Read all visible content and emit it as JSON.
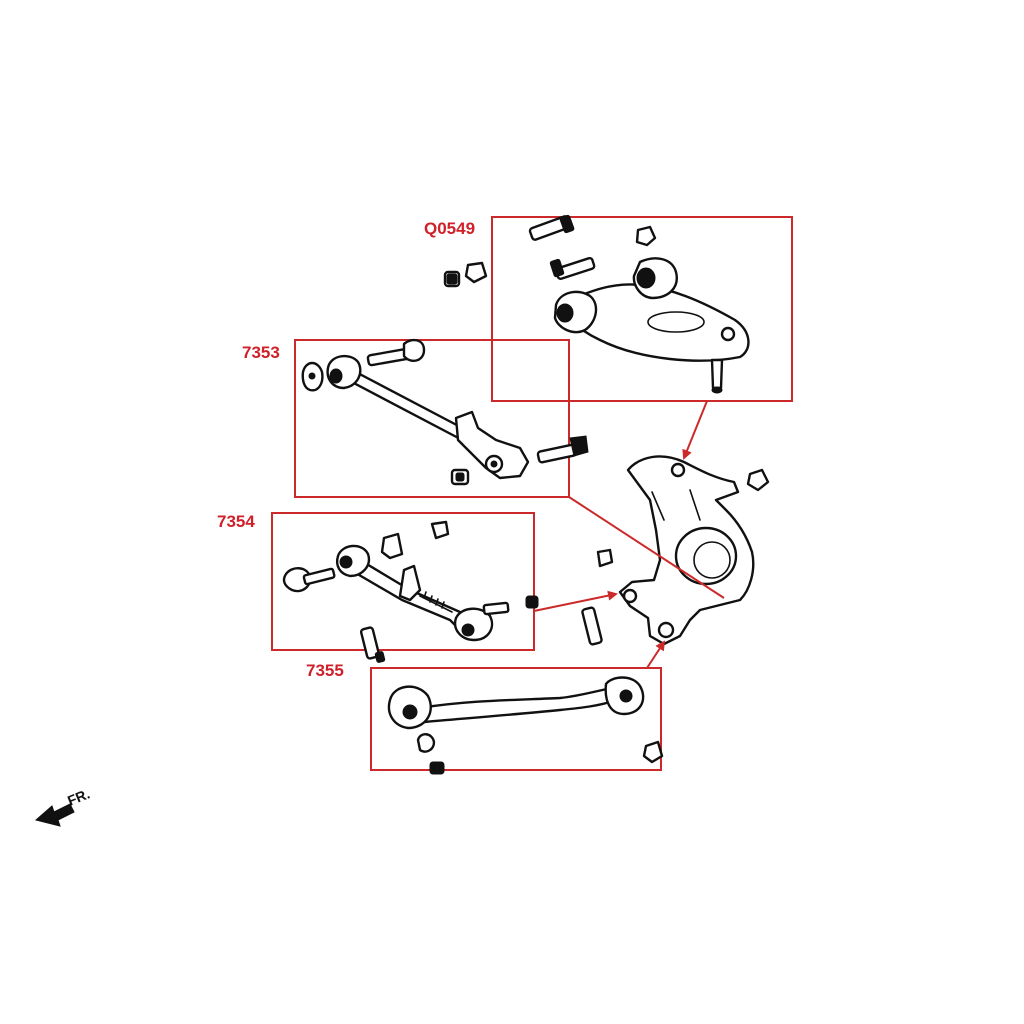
{
  "parts": {
    "upper_arm": {
      "code": "Q0549"
    },
    "toe_arm": {
      "code": "7353"
    },
    "camber_arm": {
      "code": "7354"
    },
    "trailing_arm": {
      "code": "7355"
    }
  },
  "direction": {
    "text": "FR."
  },
  "colors": {
    "accent": "#cc2a2a",
    "label": "#d0202a",
    "ink": "#111111"
  },
  "icons": [
    "direction-arrow-icon",
    "bolt-icon",
    "nut-icon"
  ]
}
